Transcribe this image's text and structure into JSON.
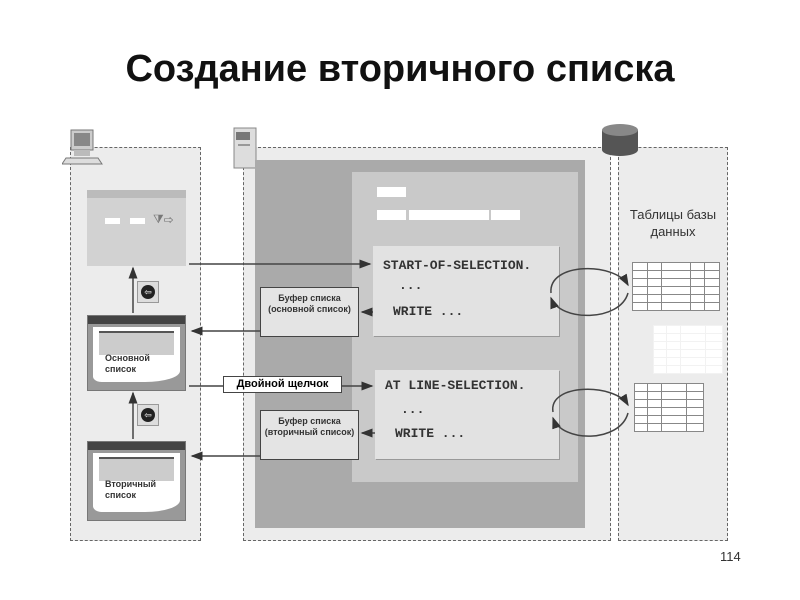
{
  "title": "Создание вторичного списка",
  "client": {
    "selection_screen_icon": "filter-execute-icon",
    "basic_list_label": "Основной список",
    "secondary_list_label": "Вторичный список",
    "back_icon": "back-arrow-icon"
  },
  "server": {
    "buffer_basic": "Буфер списка (основной список)",
    "buffer_secondary": "Буфер списка (вторичный список)",
    "double_click_label": "Двойной щелчок",
    "code_block_1": [
      "START-OF-SELECTION.",
      "...",
      "WRITE ..."
    ],
    "code_block_2": [
      "AT LINE-SELECTION.",
      "...",
      "WRITE ..."
    ]
  },
  "database": {
    "label": "Таблицы базы данных"
  },
  "page_number": "114"
}
